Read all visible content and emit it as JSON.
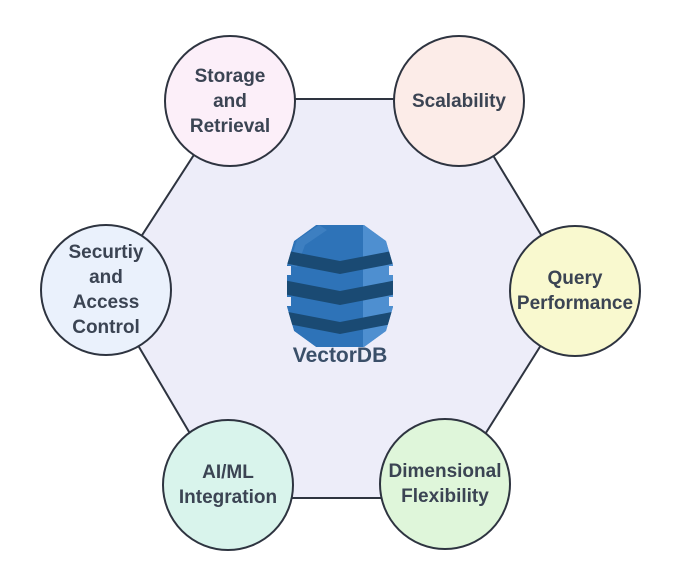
{
  "diagram": {
    "type": "hexagon-hub",
    "center": {
      "label": "VectorDB",
      "icon": "database-barrel-icon",
      "icon_colors": {
        "body": "#2e73b8",
        "highlight": "#4e8fd0",
        "edge_facet": "#3d7fc1",
        "band": "#1a4a73",
        "notch": "#ededf9"
      }
    },
    "colors": {
      "background": "#ffffff",
      "hexagon_fill": "#ededf9",
      "outline": "#2e3440",
      "node_label_text": "#3b4453",
      "center_label_text": "#3a4f69"
    },
    "nodes": [
      {
        "id": "storage-and-retrieval",
        "label": "Storage\nand\nRetrieval",
        "fill": "#fceff9"
      },
      {
        "id": "scalability",
        "label": "Scalability",
        "fill": "#fcece8"
      },
      {
        "id": "query-performance",
        "label": "Query\nPerformance",
        "fill": "#f9f9cf"
      },
      {
        "id": "dimensional-flexibility",
        "label": "Dimensional\nFlexibility",
        "fill": "#dff6da"
      },
      {
        "id": "ai-ml-integration",
        "label": "AI/ML\nIntegration",
        "fill": "#d9f4ec"
      },
      {
        "id": "security-and-access-control",
        "label": "Securtiy\nand\nAccess\nControl",
        "fill": "#eaf1fc"
      }
    ]
  }
}
